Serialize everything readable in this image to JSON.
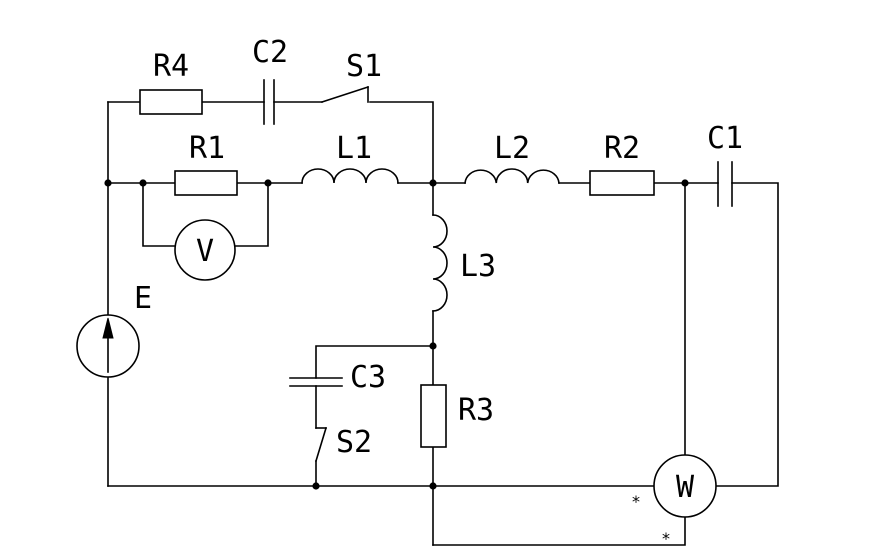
{
  "labels": {
    "R1": "R1",
    "R2": "R2",
    "R3": "R3",
    "R4": "R4",
    "L1": "L1",
    "L2": "L2",
    "L3": "L3",
    "C1": "C1",
    "C2": "C2",
    "C3": "C3",
    "S1": "S1",
    "S2": "S2",
    "E": "E"
  },
  "meters": {
    "voltmeter": "V",
    "wattmeter": "W"
  },
  "markers": {
    "star": "*"
  }
}
